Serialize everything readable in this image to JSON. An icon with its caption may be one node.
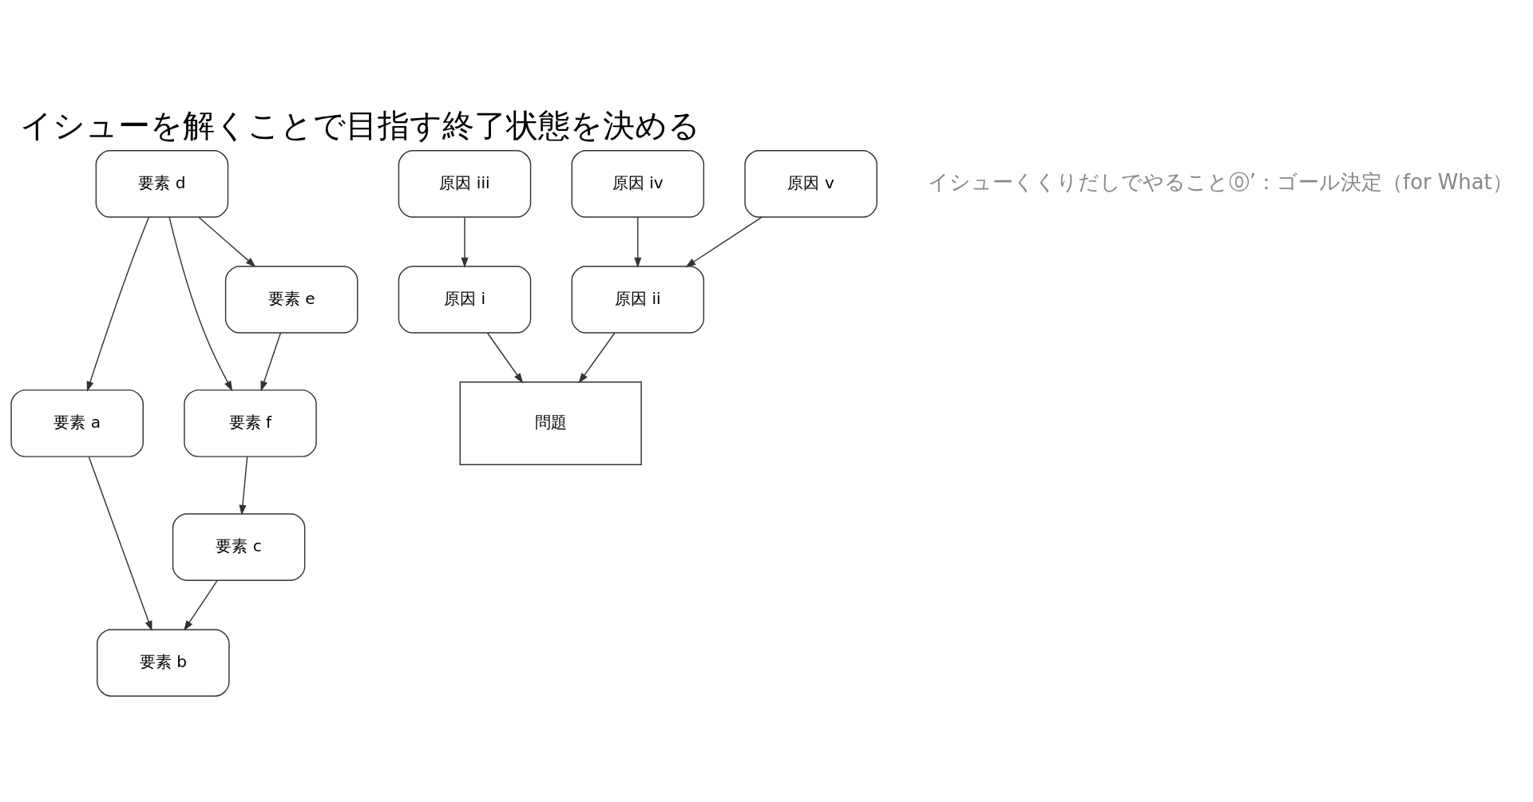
{
  "diagram": {
    "title": "イシューを解くことで目指す終了状態を決める",
    "nodes": [
      {
        "text": [
          "要素 a"
        ]
      },
      {
        "text": [
          "要素 d"
        ]
      },
      {
        "text": [
          "要素 f"
        ]
      },
      {
        "text": [
          "要素 b"
        ]
      },
      {
        "text": [
          "要素 c"
        ]
      },
      {
        "text": [
          "要素 e"
        ]
      },
      {
        "text": [
          "原因 iii"
        ]
      },
      {
        "text": [
          "問題"
        ]
      },
      {
        "text": [
          "原因 i"
        ]
      },
      {
        "text": [
          "原因 iv"
        ]
      },
      {
        "text": [
          "原因 ii"
        ]
      },
      {
        "text": [
          "原因 v"
        ]
      }
    ],
    "edges": [
      {
        "from": 1,
        "to": 0,
        "arrow": "to"
      },
      {
        "from": 1,
        "to": 2,
        "arrow": "to"
      },
      {
        "from": 0,
        "to": 3,
        "arrow": "to"
      },
      {
        "from": 1,
        "to": 5,
        "arrow": "to"
      },
      {
        "from": 5,
        "to": 2,
        "arrow": "to"
      },
      {
        "from": 4,
        "to": 3,
        "arrow": "to"
      },
      {
        "from": 2,
        "to": 4,
        "arrow": "to"
      },
      {
        "from": 6,
        "to": 8,
        "arrow": "to"
      },
      {
        "from": 8,
        "to": 7,
        "arrow": "to"
      },
      {
        "from": 10,
        "to": 7,
        "arrow": "to"
      },
      {
        "from": 9,
        "to": 10,
        "arrow": "to"
      },
      {
        "from": 11,
        "to": 10,
        "arrow": "to"
      }
    ],
    "labels": [
      "イシューくくりだしでやること⓪’：ゴール決定（for What）"
    ]
  }
}
